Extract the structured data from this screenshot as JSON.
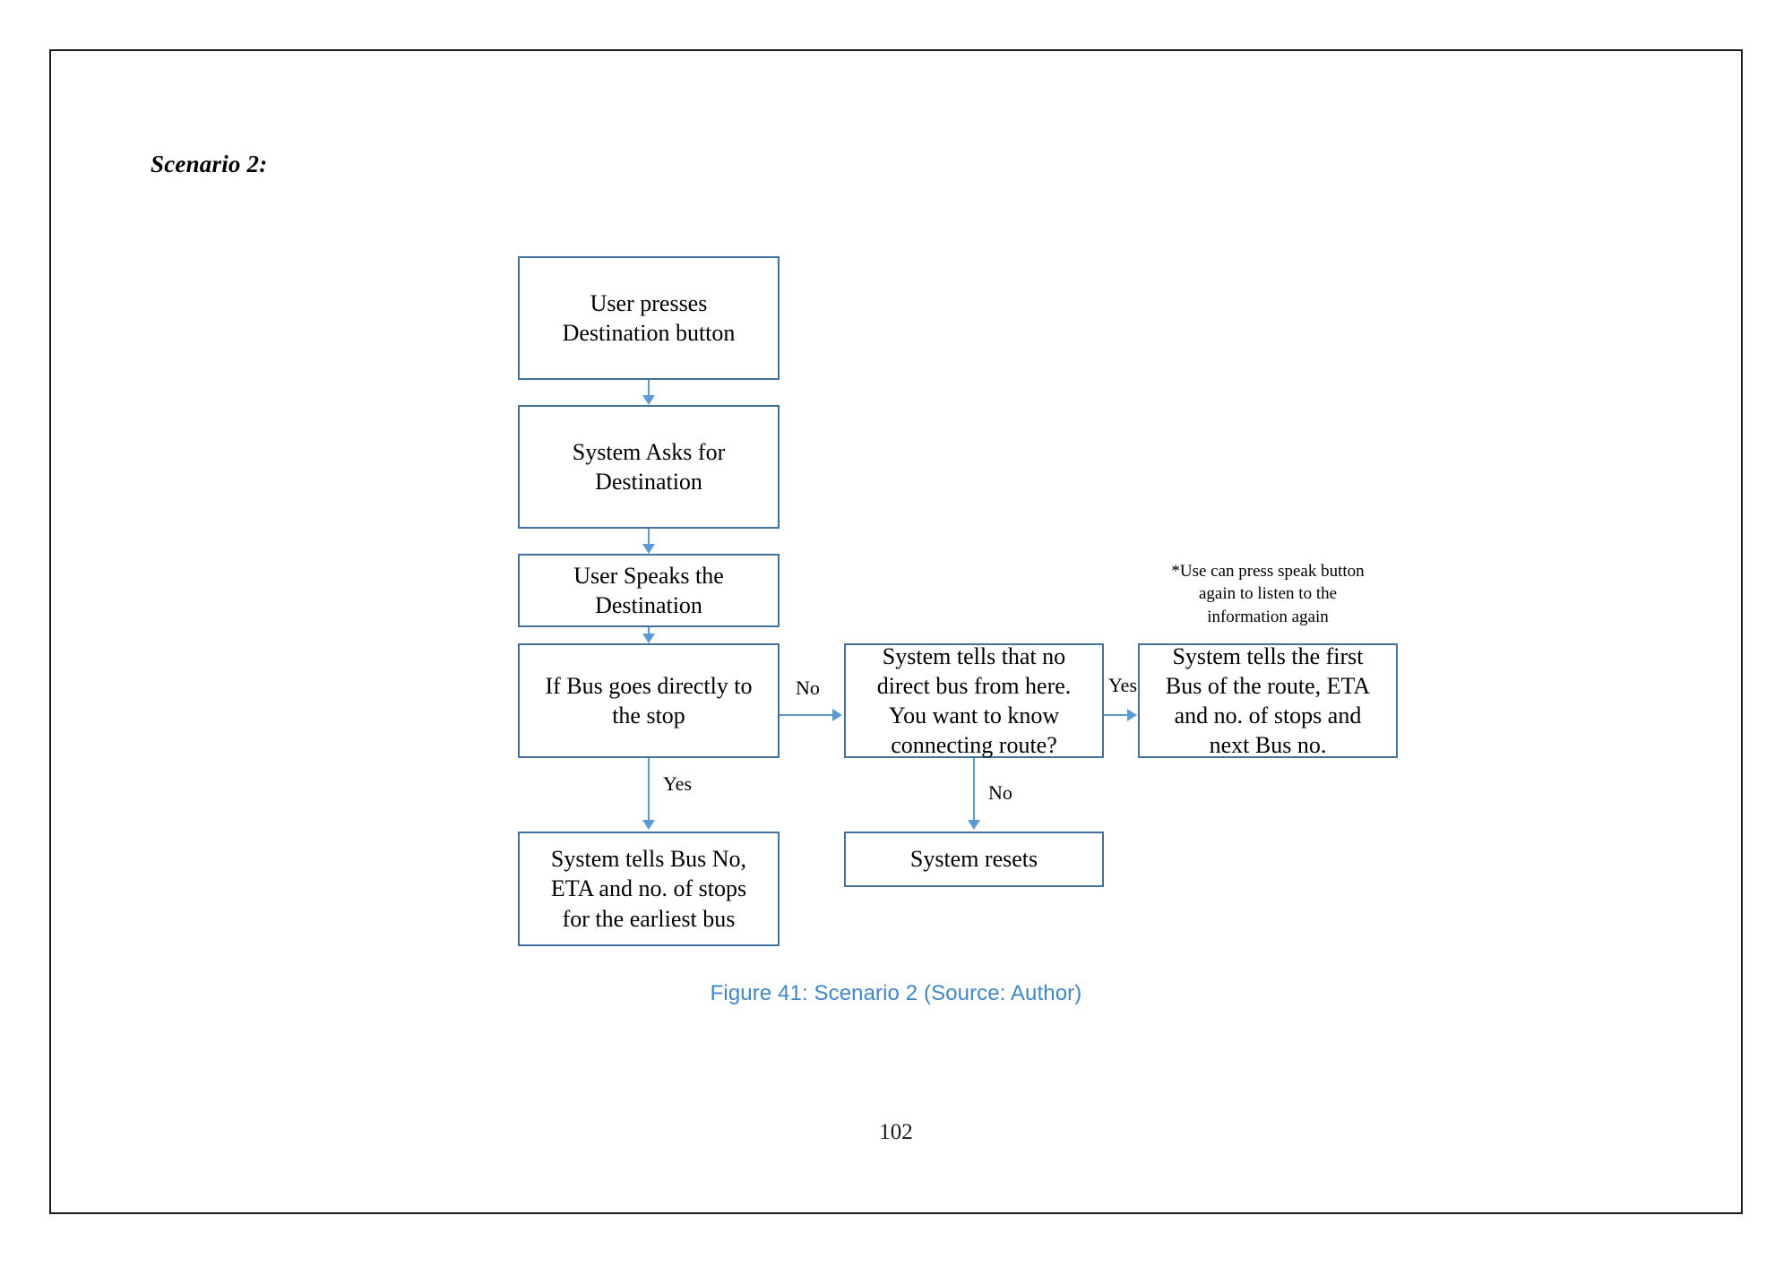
{
  "page": {
    "heading": "Scenario 2:",
    "page_number": "102",
    "caption": "Figure 41: Scenario 2 (Source: Author)",
    "border_color": "#1a1a1a",
    "caption_color": "#3E87C8"
  },
  "colors": {
    "box_border": "#41719C",
    "connector": "#5B9BD5",
    "text": "#000000",
    "background": "#ffffff"
  },
  "diagram_data": {
    "type": "flowchart",
    "title": "Scenario 2",
    "nodes": [
      {
        "id": "user-presses",
        "label": "User presses\nDestination button"
      },
      {
        "id": "system-asks",
        "label": "System Asks for\nDestination"
      },
      {
        "id": "user-speaks",
        "label": "User Speaks the\nDestination"
      },
      {
        "id": "if-bus-direct",
        "label": "If Bus goes directly to\nthe stop"
      },
      {
        "id": "tells-bus-no",
        "label": "System tells Bus No,\nETA and no. of stops\nfor the earliest bus"
      },
      {
        "id": "no-direct-bus",
        "label": "System tells that no\ndirect bus from here.\nYou want to know\nconnecting route?"
      },
      {
        "id": "system-resets",
        "label": "System resets"
      },
      {
        "id": "first-bus-route",
        "label": "System tells the first\nBus of the route, ETA\nand no. of stops and\nnext Bus no."
      }
    ],
    "edges": [
      {
        "from": "user-presses",
        "to": "system-asks",
        "label": ""
      },
      {
        "from": "system-asks",
        "to": "user-speaks",
        "label": ""
      },
      {
        "from": "user-speaks",
        "to": "if-bus-direct",
        "label": ""
      },
      {
        "from": "if-bus-direct",
        "to": "tells-bus-no",
        "label": "Yes"
      },
      {
        "from": "if-bus-direct",
        "to": "no-direct-bus",
        "label": "No"
      },
      {
        "from": "no-direct-bus",
        "to": "system-resets",
        "label": "No"
      },
      {
        "from": "no-direct-bus",
        "to": "first-bus-route",
        "label": "Yes"
      }
    ],
    "annotation": "*Use can press speak button again to listen to the information again"
  },
  "boxes": {
    "user_presses_l1": "User presses",
    "user_presses_l2": "Destination button",
    "system_asks_l1": "System Asks for",
    "system_asks_l2": "Destination",
    "user_speaks_l1": "User Speaks the",
    "user_speaks_l2": "Destination",
    "if_bus_l1": "If Bus goes directly to",
    "if_bus_l2": "the stop",
    "tells_bus_l1": "System tells Bus No,",
    "tells_bus_l2": "ETA and no. of stops",
    "tells_bus_l3": "for the earliest bus",
    "no_direct_l1": "System tells that no",
    "no_direct_l2": "direct bus from here.",
    "no_direct_l3": "You want to know",
    "no_direct_l4": "connecting route?",
    "system_resets": "System resets",
    "first_bus_l1": "System tells the first",
    "first_bus_l2": "Bus of the route, ETA",
    "first_bus_l3": "and no. of stops and",
    "first_bus_l4": "next Bus no."
  },
  "labels": {
    "yes_left": "Yes",
    "no_top": "No",
    "no_mid": "No",
    "yes_right": "Yes"
  },
  "note": {
    "line1": "*Use can press speak button",
    "line2": "again to listen to the",
    "line3": "information again"
  }
}
